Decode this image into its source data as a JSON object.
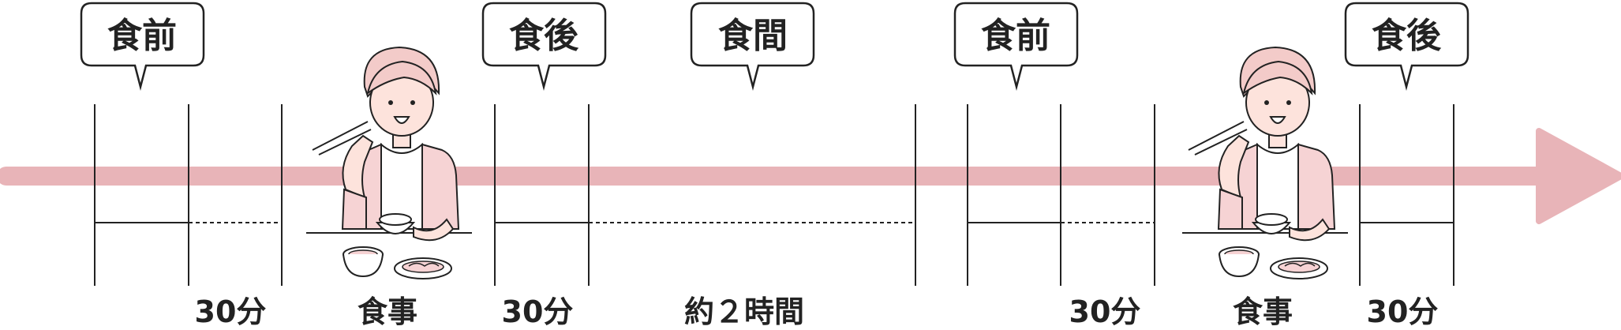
{
  "colors": {
    "arrow": "#e8b4b8",
    "line": "#222222",
    "skin": "#fde3dc",
    "cardigan": "#f6d3d4",
    "hair": "#f3cbc9"
  },
  "bubbles": [
    "食前",
    "食後",
    "食間",
    "食前",
    "食後"
  ],
  "labels": [
    "30分",
    "食事",
    "30分",
    "約２時間",
    "30分",
    "食事",
    "30分"
  ]
}
